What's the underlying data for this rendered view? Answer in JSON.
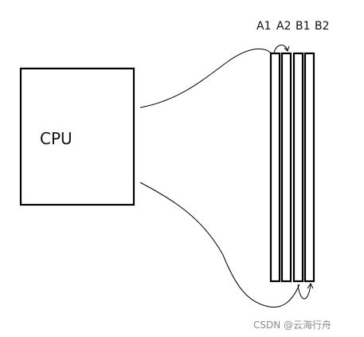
{
  "cpu": {
    "label": "CPU"
  },
  "memory_slots": [
    {
      "label": "A1"
    },
    {
      "label": "A2"
    },
    {
      "label": "B1"
    },
    {
      "label": "B2"
    }
  ],
  "watermark": {
    "text": "CSDN @云海行舟"
  },
  "colors": {
    "stroke": "#000000",
    "background": "#ffffff",
    "watermark": "#8a8a8a"
  }
}
